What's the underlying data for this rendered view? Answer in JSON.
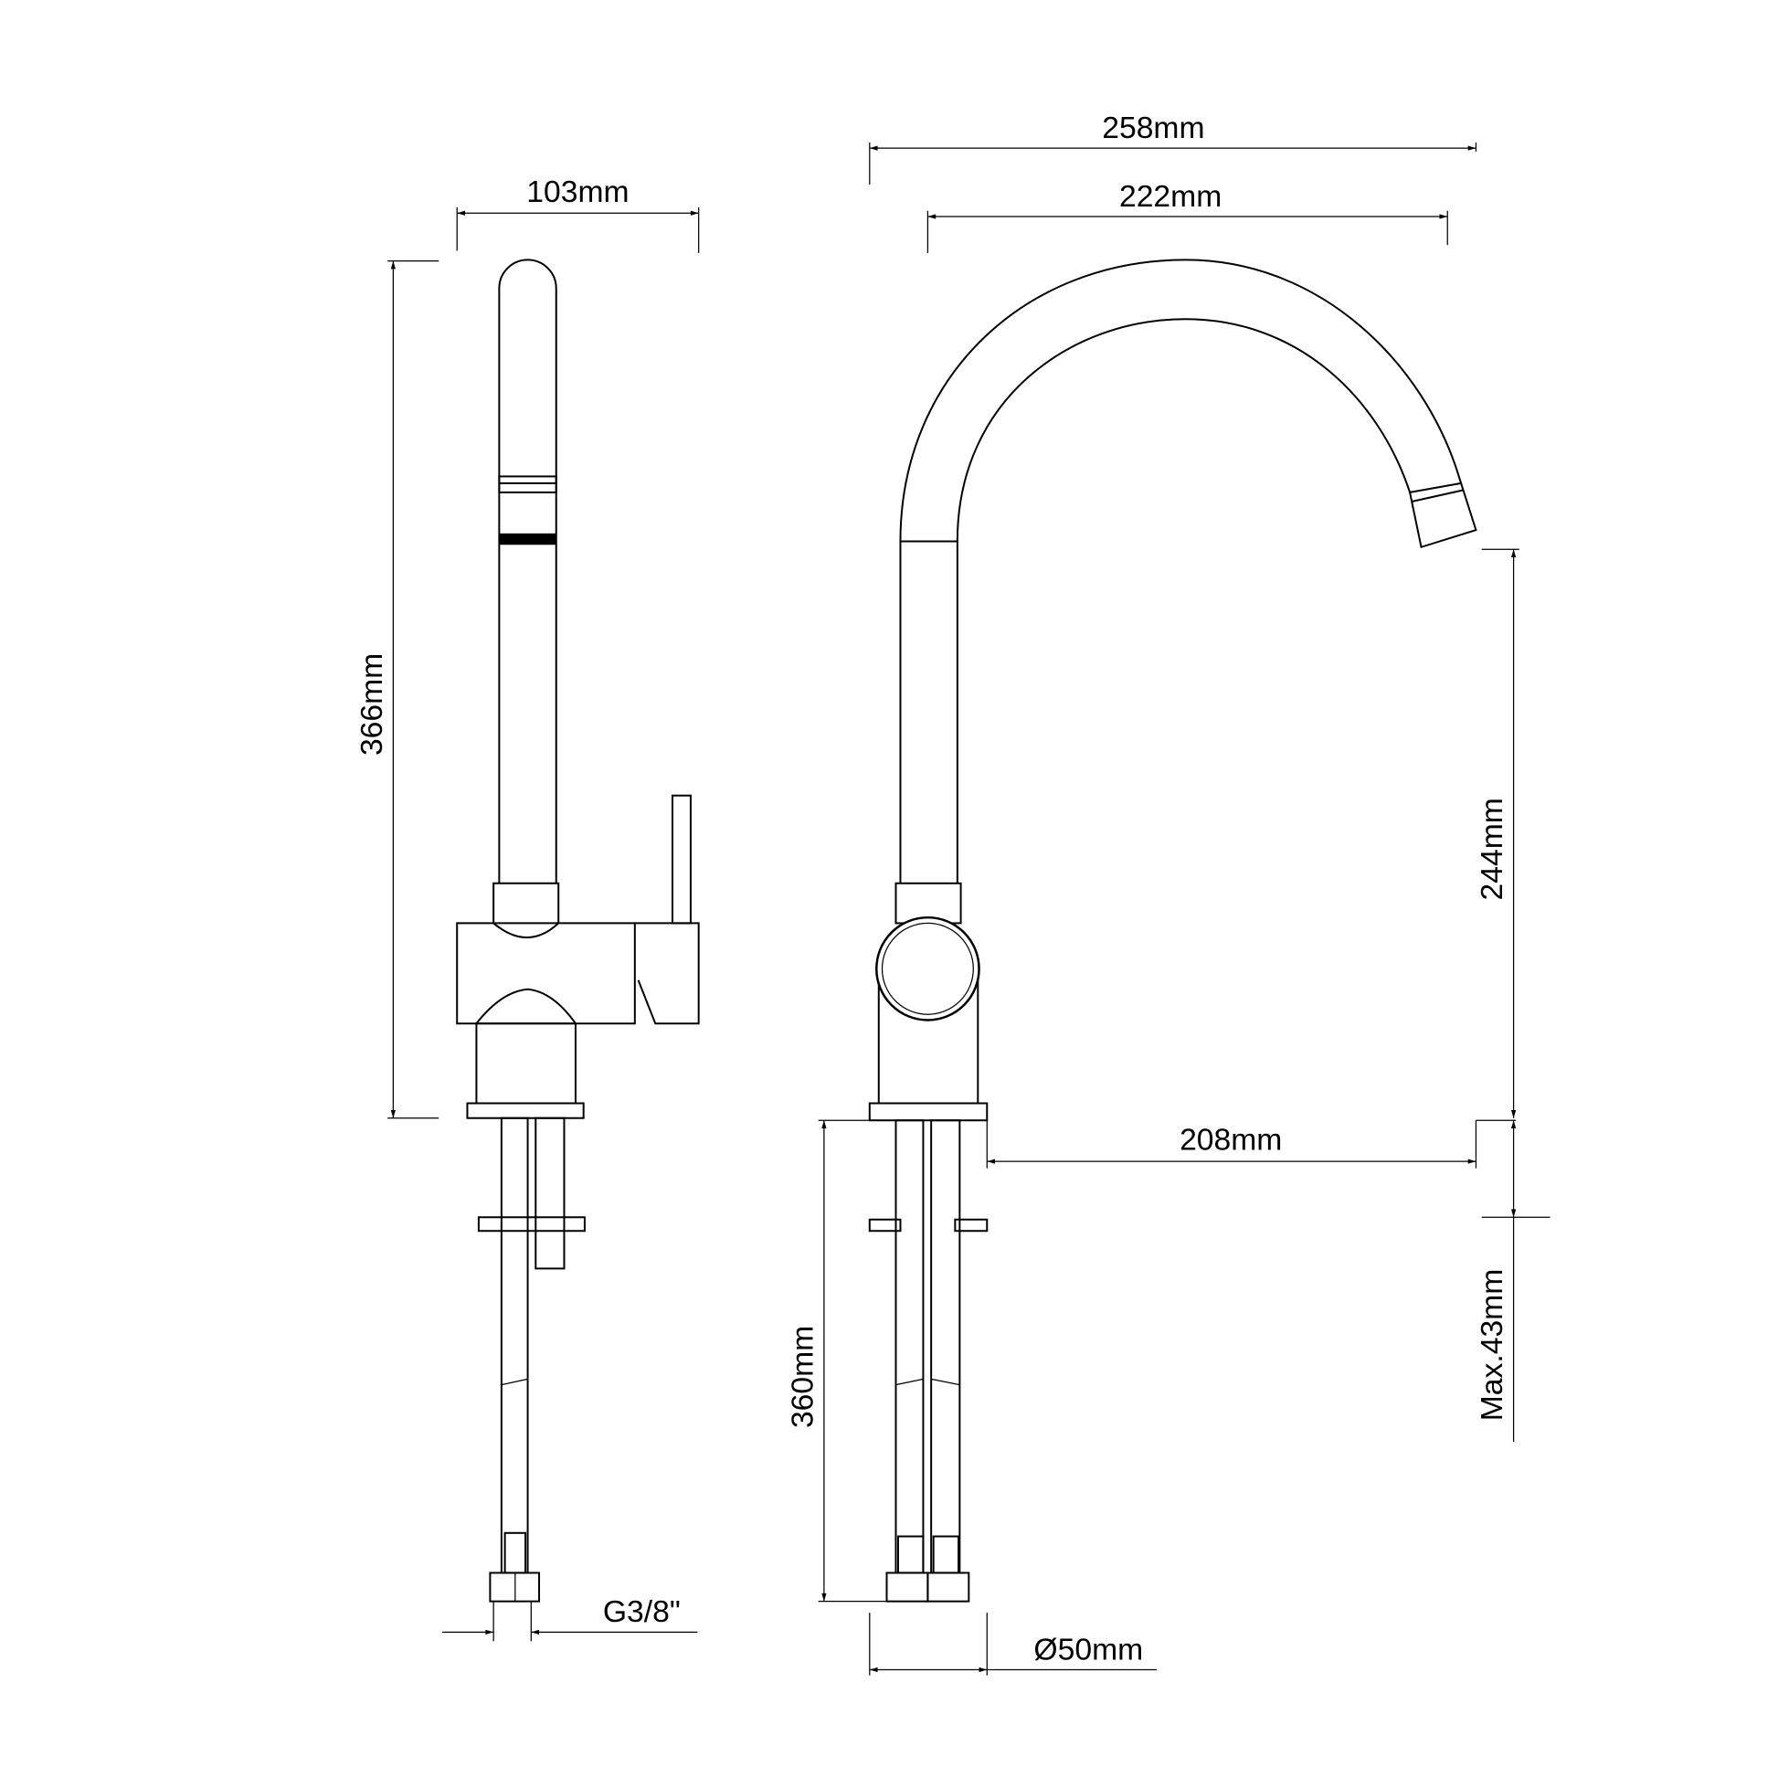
{
  "side_view": {
    "width_label": "103mm",
    "height_label": "366mm",
    "thread_label": "G3/8\""
  },
  "front_view": {
    "overall_width_label": "258mm",
    "spout_width_label": "222mm",
    "spout_height_label": "244mm",
    "reach_label": "208mm",
    "max_thickness_label": "Max.43mm",
    "hose_length_label": "360mm",
    "base_diameter_label": "Ø50mm"
  },
  "colors": {
    "line": "#000000",
    "background": "#ffffff"
  }
}
